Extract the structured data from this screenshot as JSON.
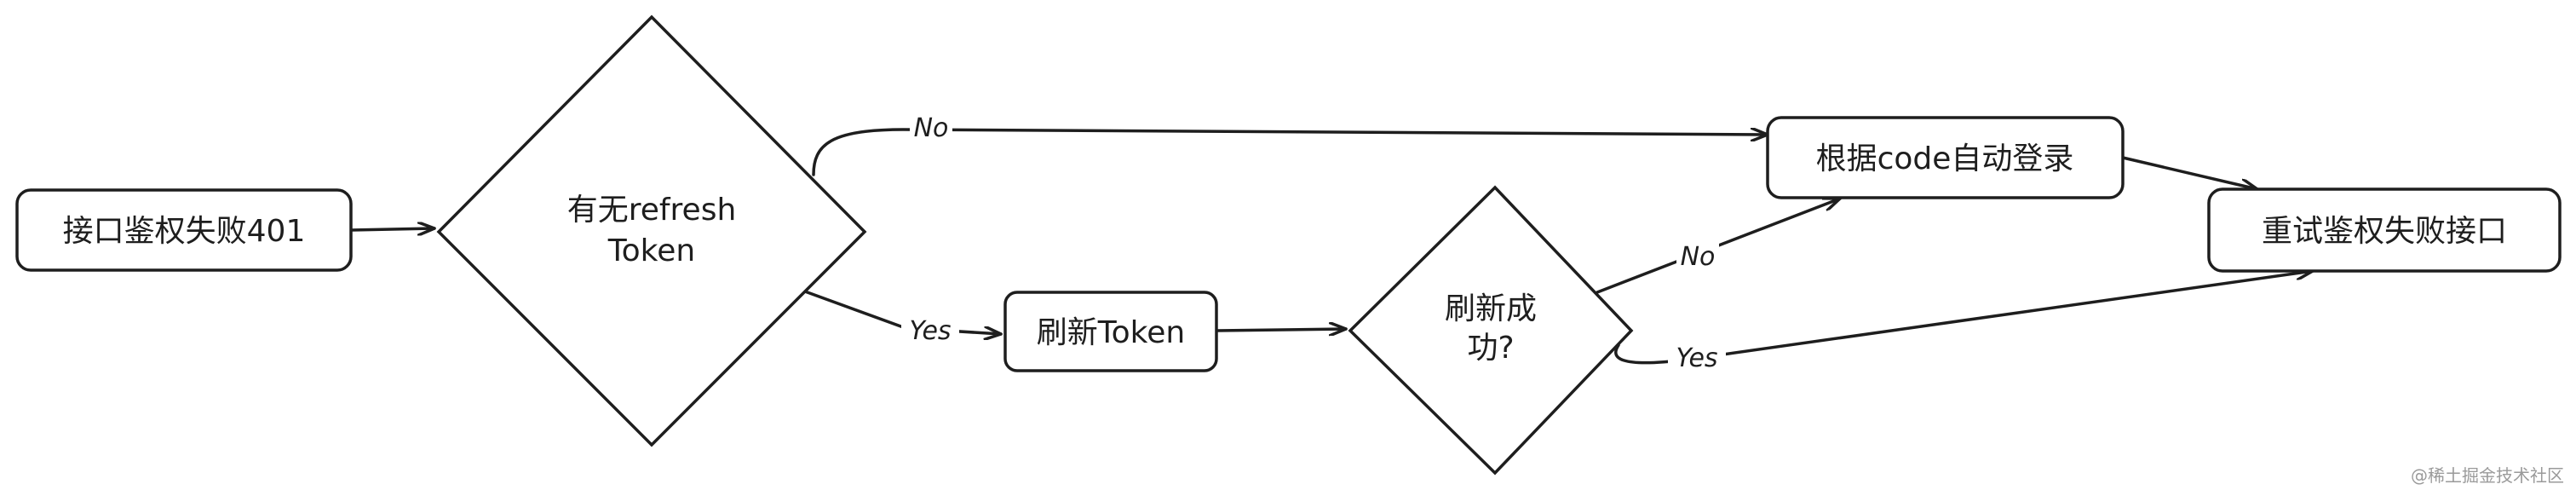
{
  "nodes": {
    "start": "接口鉴权失败401",
    "has_refresh_line1": "有无refresh",
    "has_refresh_line2": "Token",
    "refresh": "刷新Token",
    "refresh_ok_line1": "刷新成",
    "refresh_ok_line2": "功?",
    "auto_login": "根据code自动登录",
    "retry": "重试鉴权失败接口"
  },
  "edges": {
    "has_refresh_no": "No",
    "has_refresh_yes": "Yes",
    "refresh_ok_no": "No",
    "refresh_ok_yes": "Yes"
  },
  "watermark": "@稀土掘金技术社区",
  "colors": {
    "stroke": "#1e1e1e",
    "background": "#ffffff",
    "watermark": "#9a9a9a"
  }
}
